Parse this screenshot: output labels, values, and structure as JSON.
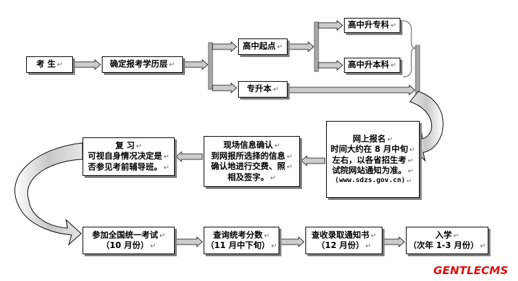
{
  "nodes": {
    "student": "考  生",
    "level": "确定报考学历层",
    "gaozhong": "高中起点",
    "zhuanke": "高中升专科",
    "benke": "高中升本科",
    "zhuanshengben": "专升本",
    "online_title": "网上报名",
    "online_l1": "时间大约在 8 月中旬",
    "online_l2": "左右，以各省招生考",
    "online_l3": "试院网站通知为准。",
    "online_l4": "(www.sdzs.gov.cn)",
    "confirm_title": "现场信息确认",
    "confirm_l1": "到网报所选择的信息",
    "confirm_l2": "确认地进行交费、照",
    "confirm_l3": "相及签字。",
    "review_title": "复    习",
    "review_l1": "可视自身情况决定是",
    "review_l2": "否参见考前辅导班。",
    "exam_title": "参加全国统一考试",
    "exam_sub": "（10 月份）",
    "score_title": "查询统考分数",
    "score_sub": "（11 月中下旬）",
    "notice_title": "查收录取通知书",
    "notice_sub": "（12 月份）",
    "enroll_title": "入学",
    "enroll_sub": "（次年 1-3 月份）"
  },
  "paragraph_mark": "↵",
  "watermark": "GENTLECMS",
  "colors": {
    "arrow_fill": "#cccccc",
    "bar_fill": "#a8a8a8",
    "watermark": "#e01010"
  }
}
